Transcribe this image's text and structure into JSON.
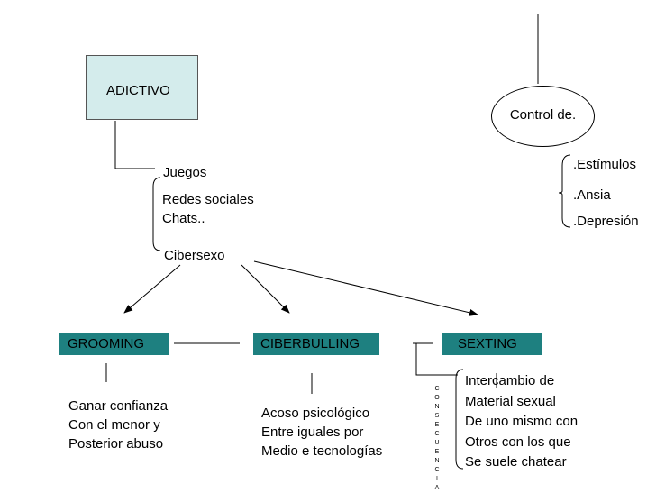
{
  "nodes": {
    "adictivo": "ADICTIVO",
    "control": "Control de.",
    "juegos": "Juegos",
    "redes": "Redes sociales",
    "chats": "Chats..",
    "cibersexo": "Cibersexo",
    "grooming": "GROOMING",
    "ciberbulling": "CIBERBULLING",
    "sexting": "SEXTING"
  },
  "control_items": [
    ".Estímulos",
    ".Ansia",
    ".Depresión"
  ],
  "grooming_desc": [
    "Ganar confianza",
    "Con el menor y",
    "Posterior abuso"
  ],
  "ciberbulling_desc": [
    "Acoso psicológico",
    "Entre iguales por",
    "Medio e tecnologías"
  ],
  "sexting_desc": [
    "Intercambio de",
    "Material sexual",
    "De uno mismo con",
    "Otros con los que",
    "Se suele chatear"
  ],
  "consecuencia": [
    "C",
    "O",
    "N",
    "S",
    "E",
    "C",
    "U",
    "E",
    "N",
    "C",
    "I",
    "A"
  ],
  "colors": {
    "teal": "#1e8080",
    "light_teal": "#d4ecec",
    "box_border": "#555555"
  }
}
